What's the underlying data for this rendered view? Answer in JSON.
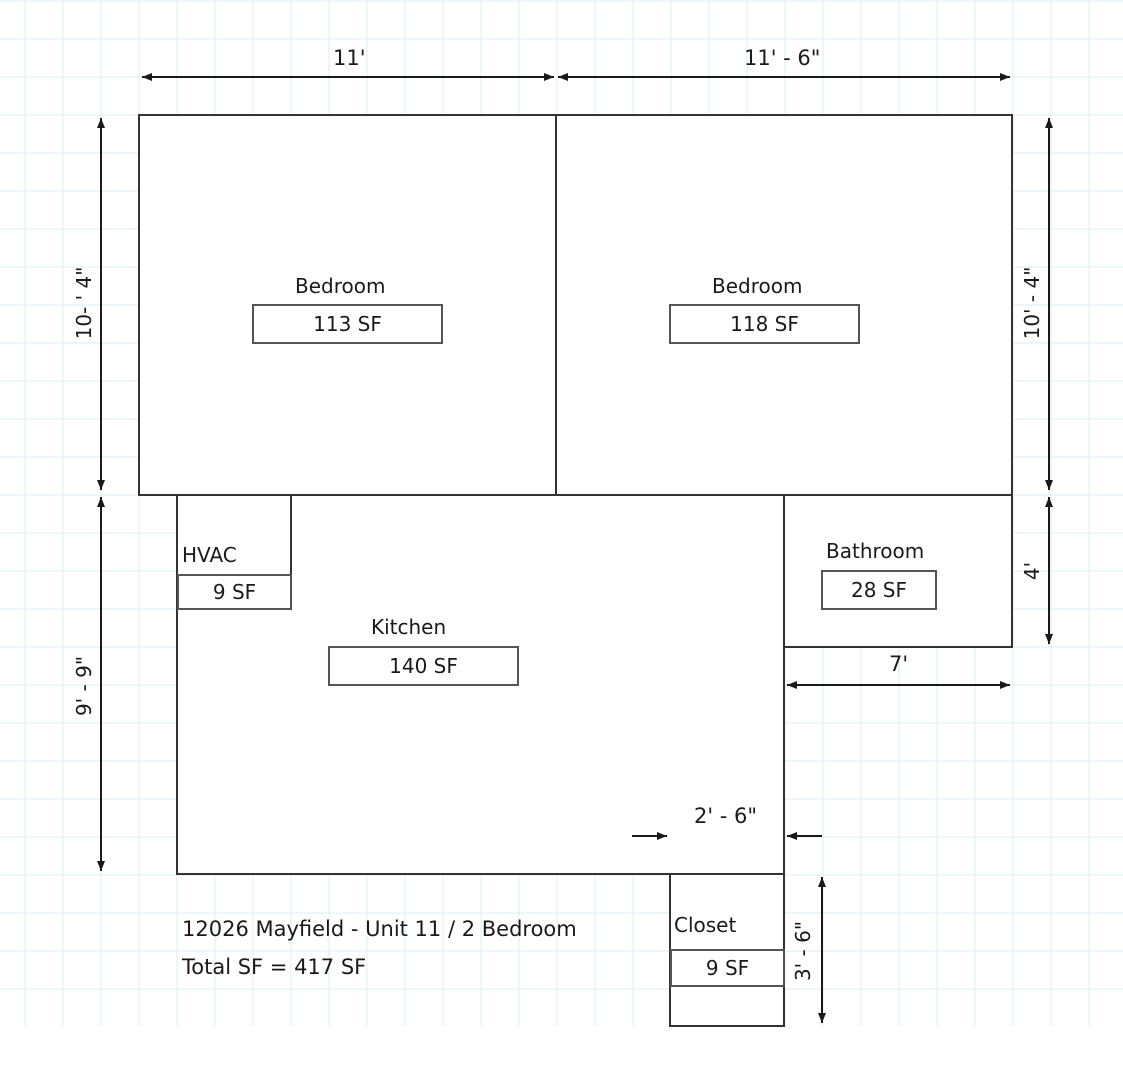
{
  "rooms": {
    "bedroom1": {
      "name": "Bedroom",
      "area": "113 SF"
    },
    "bedroom2": {
      "name": "Bedroom",
      "area": "118 SF"
    },
    "hvac": {
      "name": "HVAC",
      "area": "9 SF"
    },
    "kitchen": {
      "name": "Kitchen",
      "area": "140 SF"
    },
    "bathroom": {
      "name": "Bathroom",
      "area": "28 SF"
    },
    "closet": {
      "name": "Closet",
      "area": "9 SF"
    }
  },
  "dimensions": {
    "top_left": "11'",
    "top_right": "11' - 6\"",
    "left_upper": "10- ' 4\"",
    "left_lower": "9' - 9\"",
    "right_upper": "10' - 4\"",
    "right_bath": "4'",
    "bath_width": "7'",
    "closet_width": "2' - 6\"",
    "closet_height": "3' - 6\""
  },
  "notes": {
    "title": "12026 Mayfield - Unit 11 / 2 Bedroom",
    "total": "Total SF = 417 SF"
  },
  "colors": {
    "grid": "#dbeef2",
    "wall": "#333333",
    "dimension": "#1a1a1a"
  }
}
